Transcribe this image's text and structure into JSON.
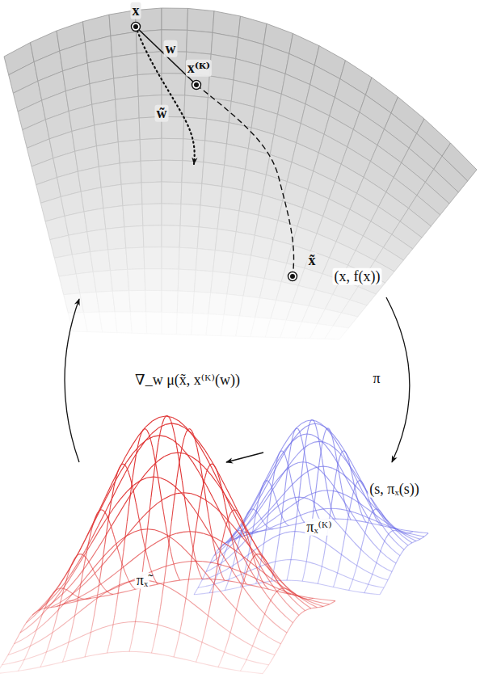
{
  "diagram": {
    "labels": [
      "x",
      "w",
      "x⁽ᴷ⁾",
      "w̃",
      "x̃",
      "(x, f(x))",
      "π",
      "(s, πₓ(s))",
      "∇_w μ(x̃, x⁽ᴷ⁾(w))",
      "πₓ⁽ᴷ⁾",
      "πₓ̃"
    ]
  }
}
